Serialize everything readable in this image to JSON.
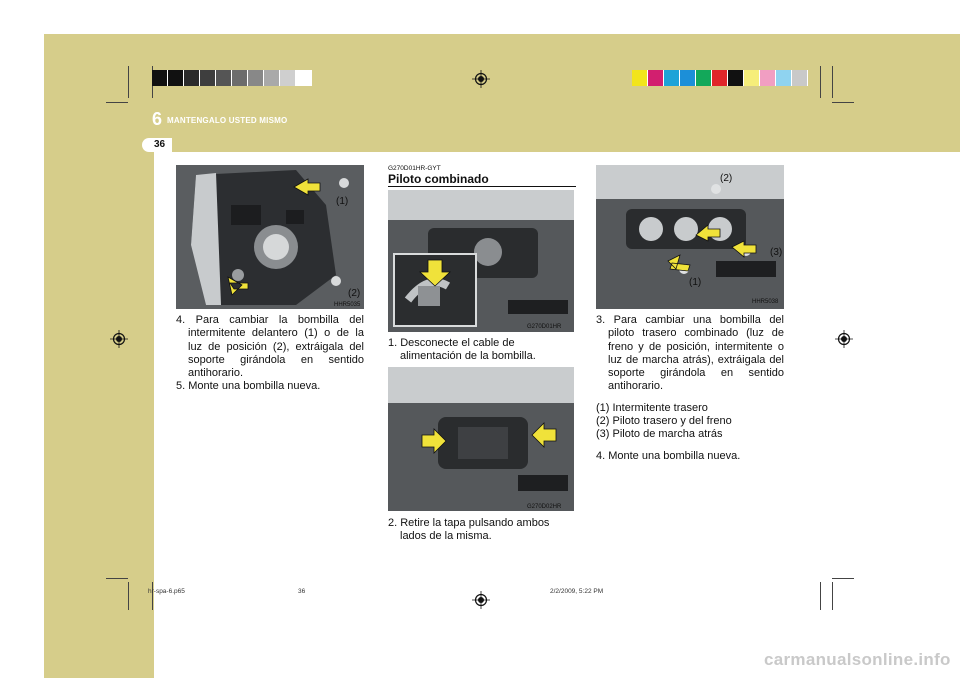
{
  "header": {
    "chapter_number": "6",
    "chapter_title": "MANTENGALO USTED MISMO",
    "page_number": "36"
  },
  "colors": {
    "band": "#d6cd8a",
    "arrow": "#f0e23a",
    "left_colorbar": [
      "#111111",
      "#111111",
      "#2b2b2b",
      "#3e3e3e",
      "#555555",
      "#6c6c6c",
      "#888888",
      "#a9a9a9",
      "#cfcfcf",
      "#ffffff"
    ],
    "right_colorbar": [
      "#f2e41b",
      "#d21f6f",
      "#1ca3d8",
      "#1c8fd8",
      "#13a85a",
      "#e0262a",
      "#111111",
      "#f6ee7a",
      "#f19ec2",
      "#8fd3f0",
      "#c9c9c9"
    ]
  },
  "left_column": {
    "figure": {
      "code": "HHR5035",
      "callout_1": "(1)",
      "callout_2": "(2)"
    },
    "steps": [
      "4. Para cambiar la bombilla del intermitente delantero (1) o de la luz de posición (2), extráigala del soporte girándola en sentido antihorario.",
      "5. Monte una bombilla nueva."
    ]
  },
  "middle_column": {
    "section_code": "G270D01HR-GYT",
    "section_title": "Piloto combinado",
    "figure1_code": "G270D01HR",
    "step1": "1. Desconecte el cable de alimentación de la bombilla.",
    "figure2_code": "G270D02HR",
    "step2": "2. Retire la tapa pulsando ambos lados de la misma."
  },
  "right_column": {
    "figure": {
      "code": "HHR5038",
      "callout_1": "(1)",
      "callout_2": "(2)",
      "callout_3": "(3)"
    },
    "step3": "3. Para cambiar una bombilla del piloto trasero combinado (luz de freno y de posición, intermitente o luz de marcha atrás), extráigala del soporte girándola en sentido antihorario.",
    "legend": [
      "(1) Intermitente trasero",
      "(2) Piloto trasero y del freno",
      "(3) Piloto de marcha atrás"
    ],
    "step4": "4. Monte una bombilla nueva."
  },
  "footer": {
    "file": "hr-spa-6.p65",
    "page": "36",
    "datetime": "2/2/2009, 5:22 PM"
  },
  "watermark": "carmanualsonline.info"
}
